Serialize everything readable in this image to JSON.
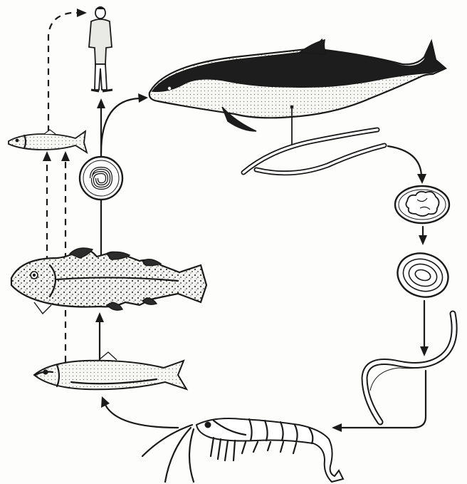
{
  "diagram": {
    "stages": [
      {
        "id": "human",
        "icon": "human-figure-icon"
      },
      {
        "id": "porpoise",
        "icon": "porpoise-icon"
      },
      {
        "id": "adult-worms",
        "icon": "adult-nematode-icon"
      },
      {
        "id": "egg-morula",
        "icon": "egg-morula-icon"
      },
      {
        "id": "egg-larva",
        "icon": "egg-larva-icon"
      },
      {
        "id": "free-larva",
        "icon": "free-larva-icon"
      },
      {
        "id": "krill",
        "icon": "krill-icon"
      },
      {
        "id": "herring",
        "icon": "herring-icon"
      },
      {
        "id": "cod",
        "icon": "cod-icon"
      },
      {
        "id": "encysted-larva",
        "icon": "encysted-larva-icon"
      },
      {
        "id": "small-fish",
        "icon": "small-fish-icon"
      }
    ],
    "colors": {
      "ink": "#1a1a1a",
      "paper": "#fdfdfb",
      "shade": "#2b2b2b",
      "light": "#e8e8e4"
    }
  }
}
